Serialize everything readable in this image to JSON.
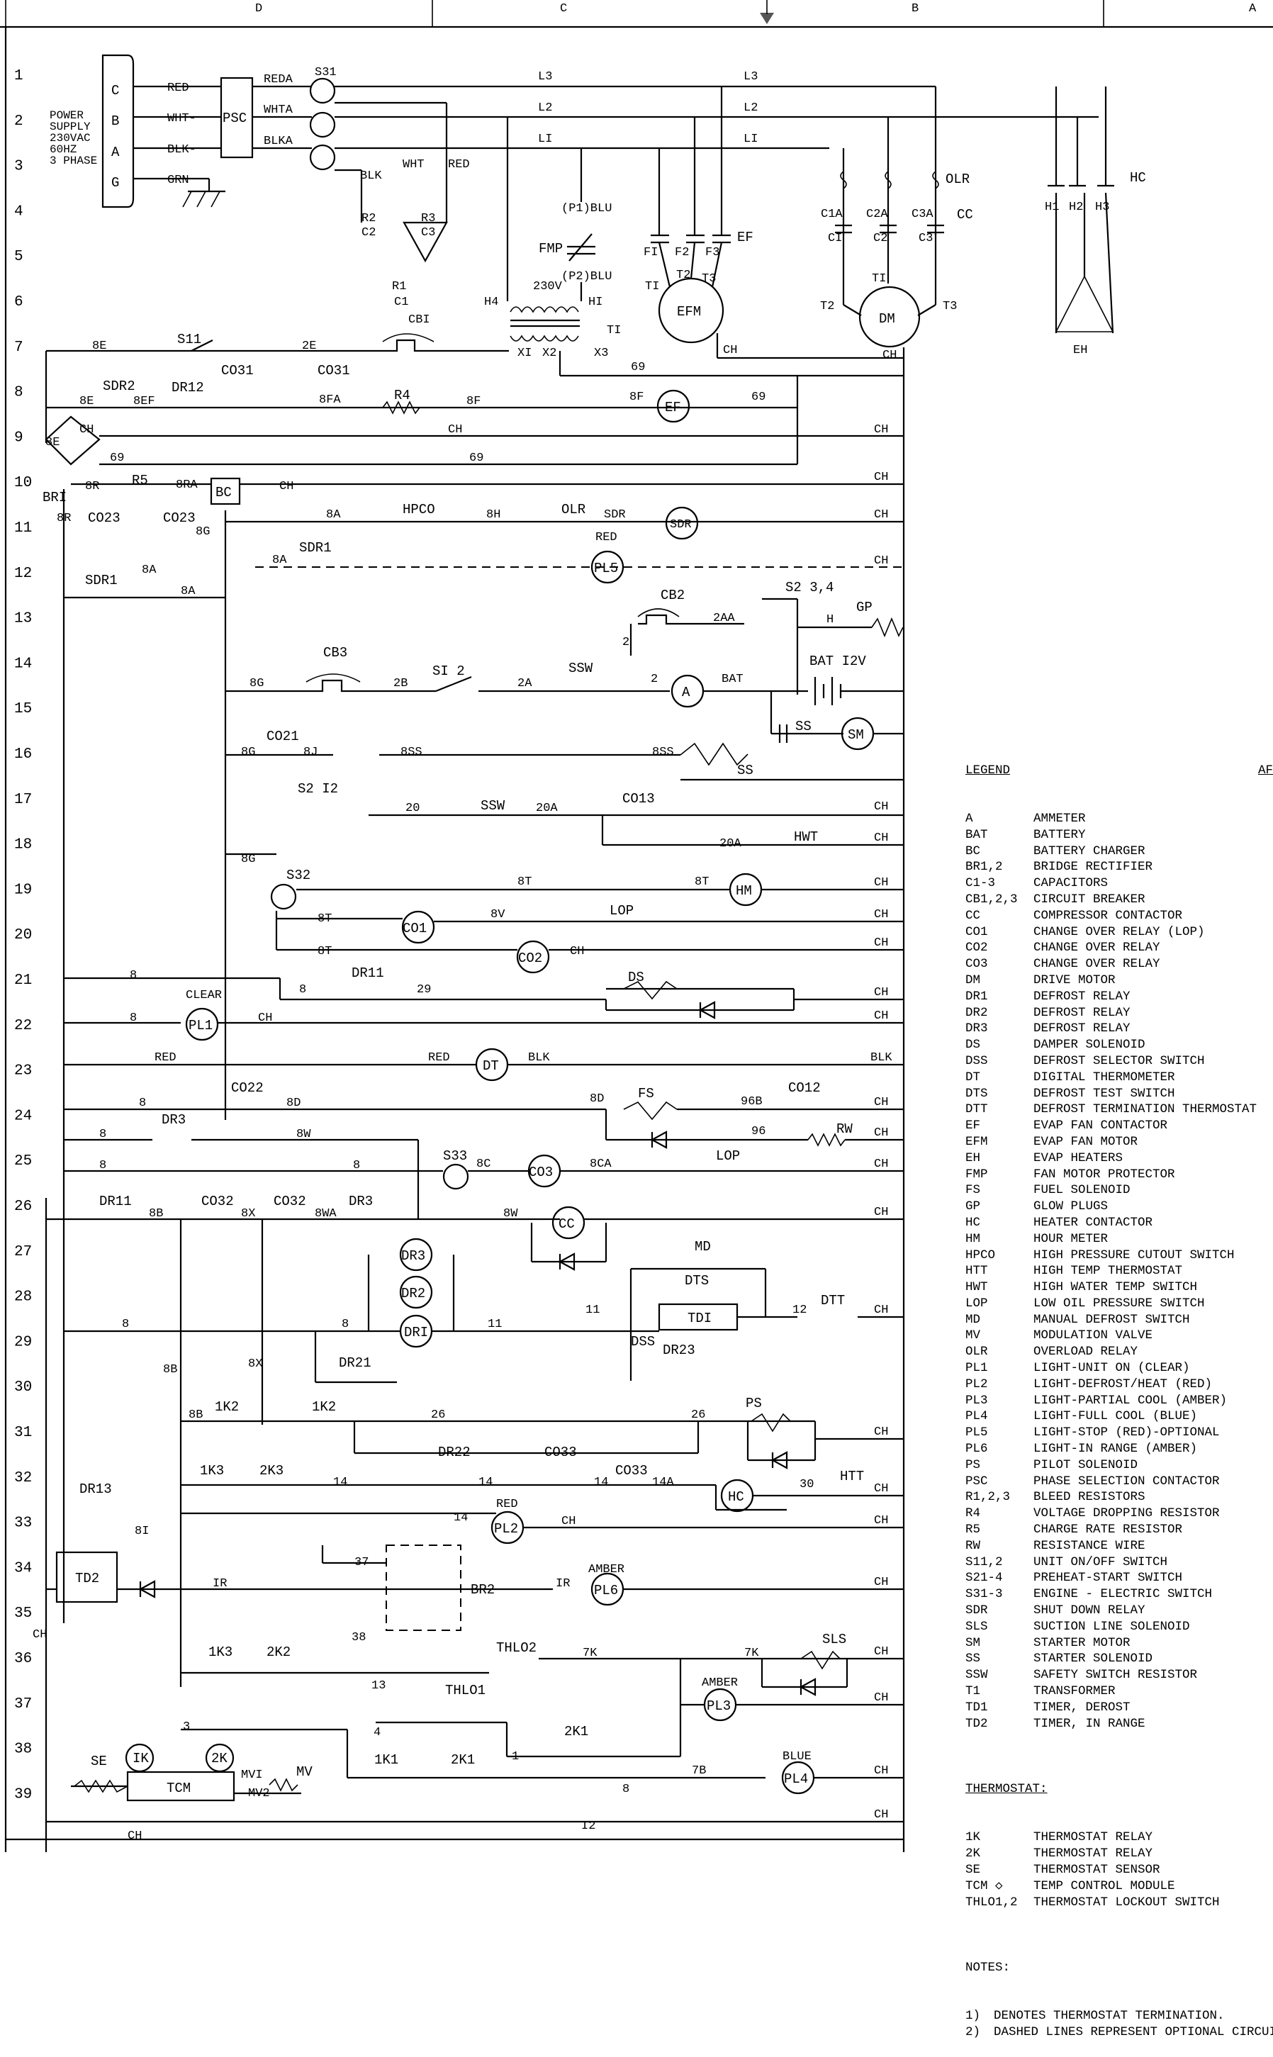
{
  "top_ruler": {
    "D": "D",
    "C": "C",
    "B": "B",
    "A": "A"
  },
  "row_numbers": [
    "1",
    "2",
    "3",
    "4",
    "5",
    "6",
    "7",
    "8",
    "9",
    "10",
    "11",
    "12",
    "13",
    "14",
    "15",
    "16",
    "17",
    "18",
    "19",
    "20",
    "21",
    "22",
    "23",
    "24",
    "25",
    "26",
    "27",
    "28",
    "29",
    "30",
    "31",
    "32",
    "33",
    "34",
    "35",
    "36",
    "37",
    "38",
    "39"
  ],
  "power_supply": {
    "lines": [
      "POWER",
      "SUPPLY",
      "230VAC",
      "60HZ",
      "3 PHASE"
    ],
    "terminals": [
      "C",
      "B",
      "A",
      "G"
    ],
    "psc": "PSC"
  },
  "labels": {
    "RED": "RED",
    "WHT": "WHT-",
    "BLK": "BLK-",
    "GRN": "GRN",
    "REDA": "REDA",
    "WHTA": "WHTA",
    "BLKA": "BLKA",
    "S31": "S31",
    "L3": "L3",
    "L2": "L2",
    "L1": "LI",
    "WHT2": "WHT",
    "RED2": "RED",
    "BLK2": "BLK",
    "R2": "R2",
    "C2": "C2",
    "R3": "R3",
    "C3": "C3",
    "R1": "R1",
    "C1": "C1",
    "P1BLU": "(P1)BLU",
    "P2BLU": "(P2)BLU",
    "FMP": "FMP",
    "V230": "230V",
    "H4": "H4",
    "H1": "HI",
    "T1": "TI",
    "X1": "XI",
    "X2": "X2",
    "X3": "X3",
    "CB1": "CBI",
    "EF": "EF",
    "F1": "FI",
    "F2": "F2",
    "F3": "F3",
    "EFM": "EFM",
    "T1b": "TI",
    "T2": "T2",
    "T3": "T3",
    "OLR": "OLR",
    "CC": "CC",
    "C1A": "C1A",
    "C2A": "C2A",
    "C3A": "C3A",
    "CI": "CI",
    "C2b": "C2",
    "C3b": "C3",
    "DM": "DM",
    "HC": "HC",
    "HH1": "H1",
    "HH2": "H2",
    "HH3": "H3",
    "EH": "EH",
    "CH": "CH",
    "S11": "S11",
    "E8": "8E",
    "E2": "2E",
    "CO31": "CO31",
    "CO31b": "CO31",
    "SDR2": "SDR2",
    "DR12": "DR12",
    "EF8": "8EF",
    "FA8": "8FA",
    "F8": "8F",
    "R4": "R4",
    "N69": "69",
    "BR1": "BRI",
    "R8": "8R",
    "R5": "R5",
    "RA8": "8RA",
    "BC": "BC",
    "CO23": "CO23",
    "CO23b": "CO23",
    "G8": "8G",
    "A8": "8A",
    "HPCO": "HPCO",
    "H8": "8H",
    "OLR2": "OLR",
    "SDR": "SDR",
    "SDR1": "SDR1",
    "SDR1b": "SDR1",
    "RED_L": "RED",
    "PL5": "PL5",
    "CB2": "CB2",
    "AA2": "2AA",
    "S2_34": "S2 3,4",
    "H": "H",
    "GP": "GP",
    "CB3": "CB3",
    "B2": "2B",
    "S1_2": "SI 2",
    "A2": "2A",
    "SSW": "SSW",
    "N2": "2",
    "BAT": "BAT",
    "BAT12": "BAT I2V",
    "AMM": "A",
    "CO21": "CO21",
    "J8": "8J",
    "SS8": "8SS",
    "SS": "SS",
    "SM": "SM",
    "S2_12": "S2 I2",
    "N20": "20",
    "A20": "20A",
    "CO13": "CO13",
    "HWT": "HWT",
    "S32": "S32",
    "T8": "8T",
    "HM": "HM",
    "CO1": "CO1",
    "V8": "8V",
    "LOP": "LOP",
    "CO2": "CO2",
    "DR11": "DR11",
    "N29": "29",
    "DS": "DS",
    "CLEAR": "CLEAR",
    "PL1": "PL1",
    "DT": "DT",
    "BLK_L": "BLK",
    "CO22": "CO22",
    "D8": "8D",
    "FS": "FS",
    "B96": "96B",
    "N96": "96",
    "CO12": "CO12",
    "RW": "RW",
    "DR3": "DR3",
    "W8": "8W",
    "S33": "S33",
    "C8": "8C",
    "CO3": "CO3",
    "CA8": "8CA",
    "LOP2": "LOP",
    "DR11b": "DR11",
    "B8": "8B",
    "CO32": "CO32",
    "X8": "8X",
    "CO32b": "CO32",
    "WA8": "8WA",
    "DR3b": "DR3",
    "MD": "MD",
    "DTS": "DTS",
    "DR3c": "DR3",
    "DR2": "DR2",
    "DRI": "DRI",
    "N11": "11",
    "TD1": "TDI",
    "N12": "12",
    "DTT": "DTT",
    "DSS": "DSS",
    "DR23": "DR23",
    "DR21": "DR21",
    "K12": "1K2",
    "K12b": "1K2",
    "N26": "26",
    "PS": "PS",
    "DR22": "DR22",
    "CO33": "CO33",
    "K13": "1K3",
    "K23": "2K3",
    "N14": "14",
    "CO33b": "CO33",
    "A14": "14A",
    "HC2": "HC",
    "N30": "30",
    "HTT": "HTT",
    "DR13": "DR13",
    "I8": "8I",
    "PL2": "PL2",
    "TD2": "TD2",
    "N37": "37",
    "BR2": "BR2",
    "IR": "IR",
    "AMBER": "AMBER",
    "PL6": "PL6",
    "N38": "38",
    "K13b": "1K3",
    "K22": "2K2",
    "THLO2": "THLO2",
    "K7": "7K",
    "SLS": "SLS",
    "N13": "13",
    "THLO1": "THLO1",
    "PL3": "PL3",
    "N4": "4",
    "K21": "2K1",
    "N1": "1",
    "IK": "IK",
    "K2": "2K",
    "SE": "SE",
    "MVI": "MVI",
    "MV": "MV",
    "TCM": "TCM",
    "MV2": "MV2",
    "K11": "1K1",
    "K21b": "2K1",
    "N8": "8",
    "B7": "7B",
    "BLUE": "BLUE",
    "PL4": "PL4",
    "N3": "3",
    "N12b": "I2"
  },
  "legend": {
    "title": "LEGEND",
    "title_right": "AF",
    "items": [
      [
        "A",
        "AMMETER"
      ],
      [
        "BAT",
        "BATTERY"
      ],
      [
        "BC",
        "BATTERY CHARGER"
      ],
      [
        "BR1,2",
        "BRIDGE RECTIFIER"
      ],
      [
        "C1-3",
        "CAPACITORS"
      ],
      [
        "CB1,2,3",
        "CIRCUIT BREAKER"
      ],
      [
        "CC",
        "COMPRESSOR CONTACTOR"
      ],
      [
        "CO1",
        "CHANGE OVER RELAY (LOP)"
      ],
      [
        "CO2",
        "CHANGE OVER RELAY"
      ],
      [
        "CO3",
        "CHANGE OVER RELAY"
      ],
      [
        "DM",
        "DRIVE MOTOR"
      ],
      [
        "DR1",
        "DEFROST RELAY"
      ],
      [
        "DR2",
        "DEFROST RELAY"
      ],
      [
        "DR3",
        "DEFROST RELAY"
      ],
      [
        "DS",
        "DAMPER SOLENOID"
      ],
      [
        "DSS",
        "DEFROST SELECTOR SWITCH"
      ],
      [
        "DT",
        "DIGITAL THERMOMETER"
      ],
      [
        "DTS",
        "DEFROST TEST SWITCH"
      ],
      [
        "DTT",
        "DEFROST TERMINATION THERMOSTAT"
      ],
      [
        "EF",
        "EVAP FAN CONTACTOR"
      ],
      [
        "EFM",
        "EVAP FAN MOTOR"
      ],
      [
        "EH",
        "EVAP HEATERS"
      ],
      [
        "FMP",
        "FAN MOTOR PROTECTOR"
      ],
      [
        "FS",
        "FUEL SOLENOID"
      ],
      [
        "GP",
        "GLOW PLUGS"
      ],
      [
        "HC",
        "HEATER CONTACTOR"
      ],
      [
        "HM",
        "HOUR METER"
      ],
      [
        "HPCO",
        "HIGH PRESSURE CUTOUT SWITCH"
      ],
      [
        "HTT",
        "HIGH TEMP THERMOSTAT"
      ],
      [
        "HWT",
        "HIGH WATER TEMP SWITCH"
      ],
      [
        "LOP",
        "LOW OIL PRESSURE SWITCH"
      ],
      [
        "MD",
        "MANUAL DEFROST SWITCH"
      ],
      [
        "MV",
        "MODULATION VALVE"
      ],
      [
        "OLR",
        "OVERLOAD RELAY"
      ],
      [
        "PL1",
        "LIGHT-UNIT ON (CLEAR)"
      ],
      [
        "PL2",
        "LIGHT-DEFROST/HEAT (RED)"
      ],
      [
        "PL3",
        "LIGHT-PARTIAL COOL (AMBER)"
      ],
      [
        "PL4",
        "LIGHT-FULL COOL (BLUE)"
      ],
      [
        "PL5",
        "LIGHT-STOP (RED)-OPTIONAL"
      ],
      [
        "PL6",
        "LIGHT-IN RANGE (AMBER)"
      ],
      [
        "PS",
        "PILOT SOLENOID"
      ],
      [
        "PSC",
        "PHASE SELECTION CONTACTOR"
      ],
      [
        "R1,2,3",
        "BLEED RESISTORS"
      ],
      [
        "R4",
        "VOLTAGE DROPPING RESISTOR"
      ],
      [
        "R5",
        "CHARGE RATE RESISTOR"
      ],
      [
        "RW",
        "RESISTANCE WIRE"
      ],
      [
        "S11,2",
        "UNIT ON/OFF SWITCH"
      ],
      [
        "S21-4",
        "PREHEAT-START SWITCH"
      ],
      [
        "S31-3",
        "ENGINE - ELECTRIC SWITCH"
      ],
      [
        "SDR",
        "SHUT DOWN RELAY"
      ],
      [
        "SLS",
        "SUCTION LINE SOLENOID"
      ],
      [
        "SM",
        "STARTER MOTOR"
      ],
      [
        "SS",
        "STARTER SOLENOID"
      ],
      [
        "SSW",
        "SAFETY SWITCH RESISTOR"
      ],
      [
        "T1",
        "TRANSFORMER"
      ],
      [
        "TD1",
        "TIMER, DEROST"
      ],
      [
        "TD2",
        "TIMER, IN RANGE"
      ]
    ],
    "thermostat_title": "THERMOSTAT:",
    "thermostat_items": [
      [
        "1K",
        "THERMOSTAT RELAY"
      ],
      [
        "2K",
        "THERMOSTAT RELAY"
      ],
      [
        "SE",
        "THERMOSTAT SENSOR"
      ],
      [
        "TCM ◇",
        "TEMP CONTROL MODULE"
      ],
      [
        "THLO1,2",
        "THERMOSTAT LOCKOUT SWITCH"
      ]
    ],
    "notes_title": "NOTES:",
    "notes": [
      [
        "1)",
        "DENOTES THERMOSTAT TERMINATION."
      ],
      [
        "2)",
        "DASHED LINES REPRESENT OPTIONAL CIRCUITRY"
      ]
    ]
  }
}
